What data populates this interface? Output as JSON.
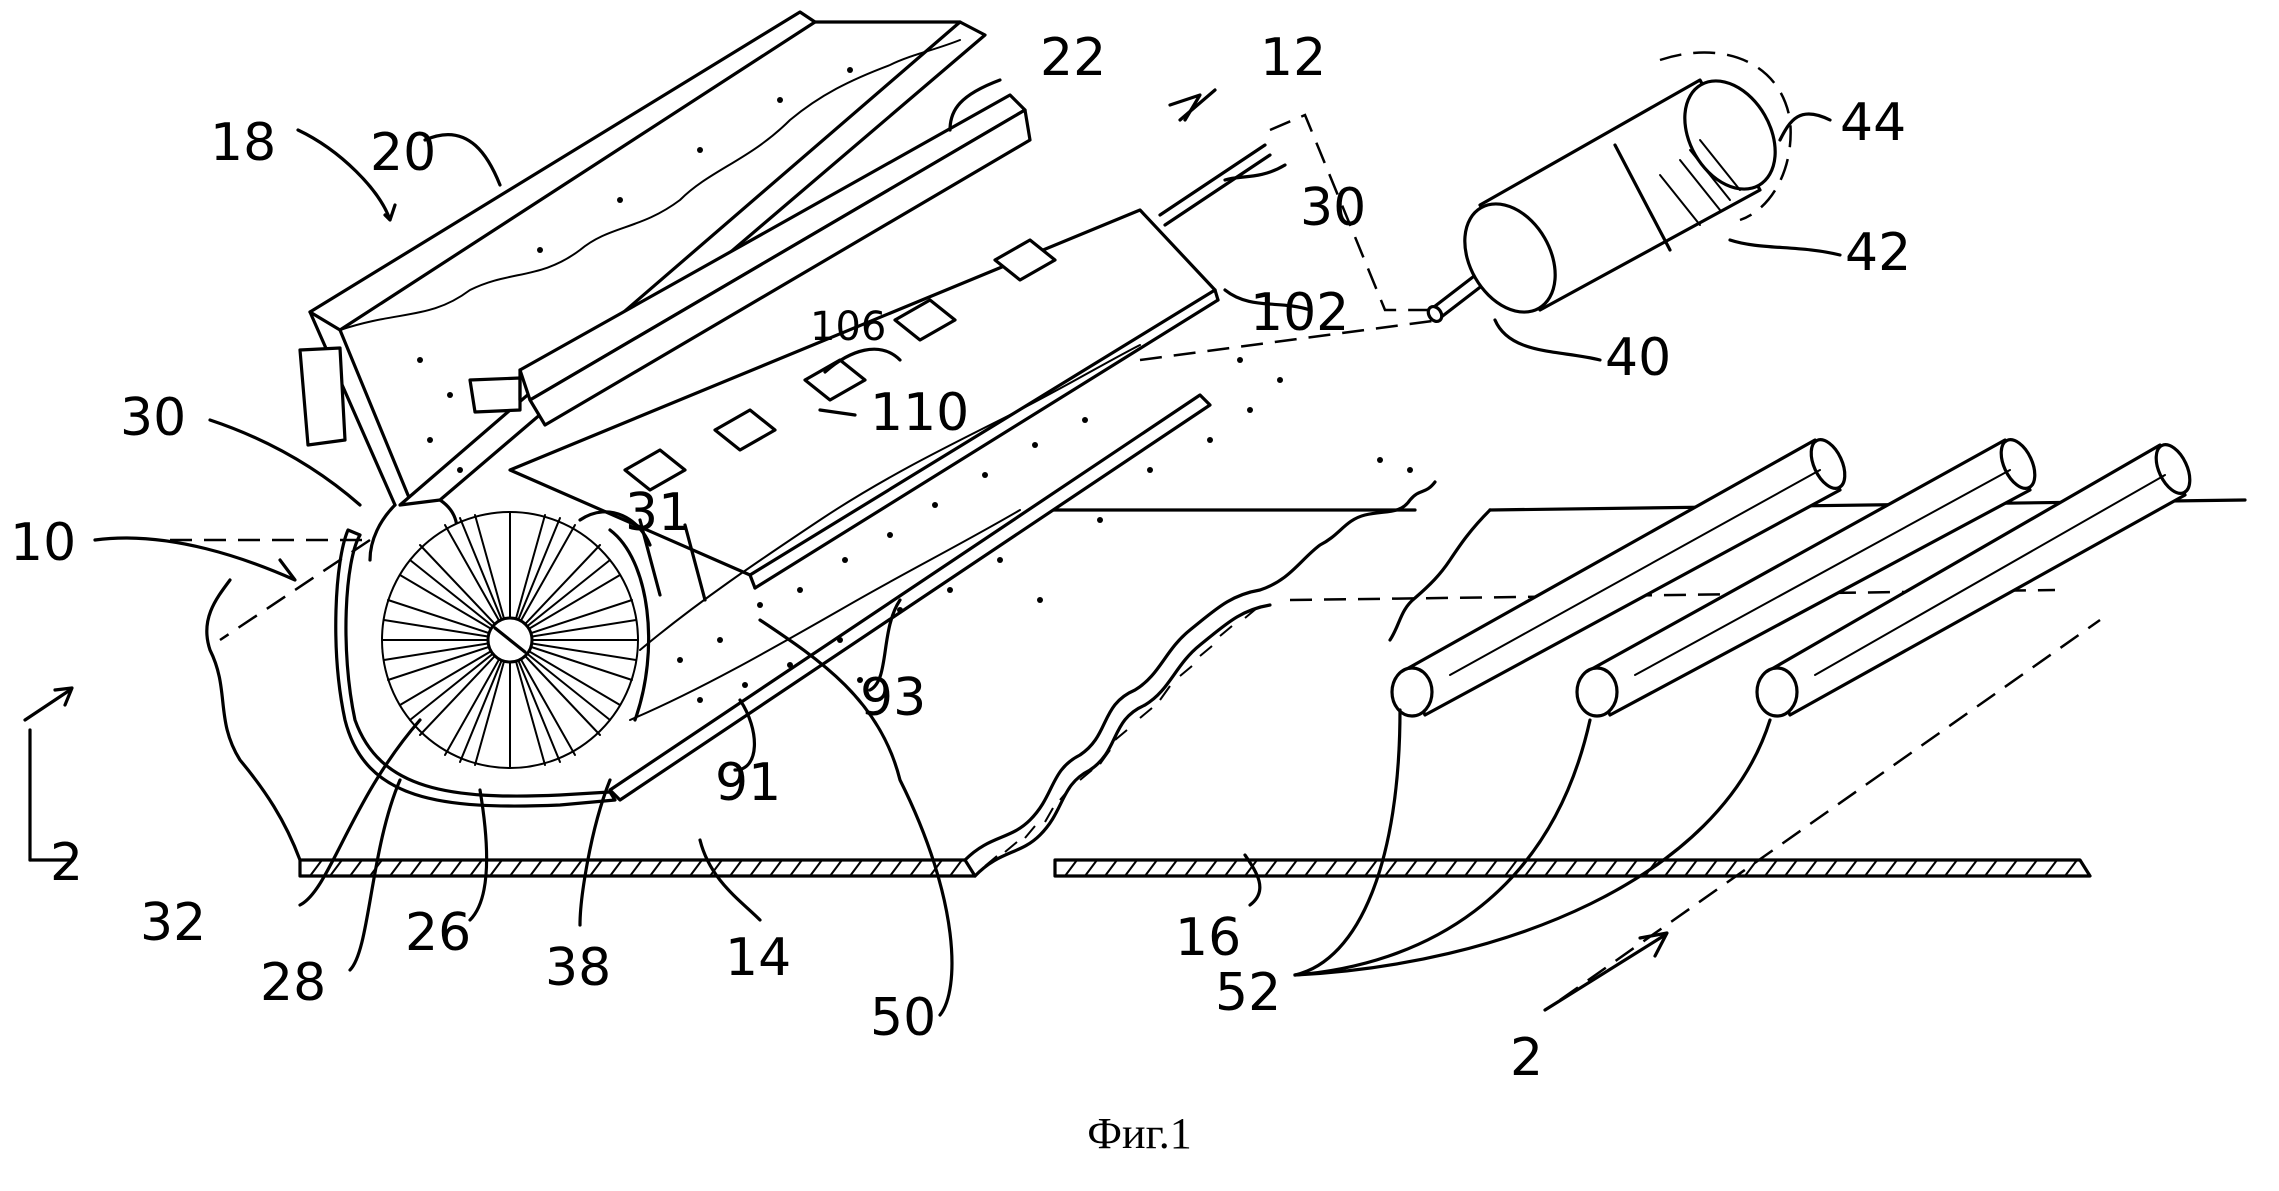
{
  "figure": {
    "caption": "Фиг.1",
    "reference_numerals": {
      "r10": "10",
      "r12": "12",
      "r14": "14",
      "r16": "16",
      "r18": "18",
      "r20": "20",
      "r22": "22",
      "r26": "26",
      "r28": "28",
      "r30a": "30",
      "r30b": "30",
      "r31": "31",
      "r32": "32",
      "r38": "38",
      "r40": "40",
      "r42": "42",
      "r44": "44",
      "r50": "50",
      "r52": "52",
      "r91": "91",
      "r93": "93",
      "r102": "102",
      "r106": "106",
      "r110": "110",
      "sec2a": "2",
      "sec2b": "2"
    }
  }
}
